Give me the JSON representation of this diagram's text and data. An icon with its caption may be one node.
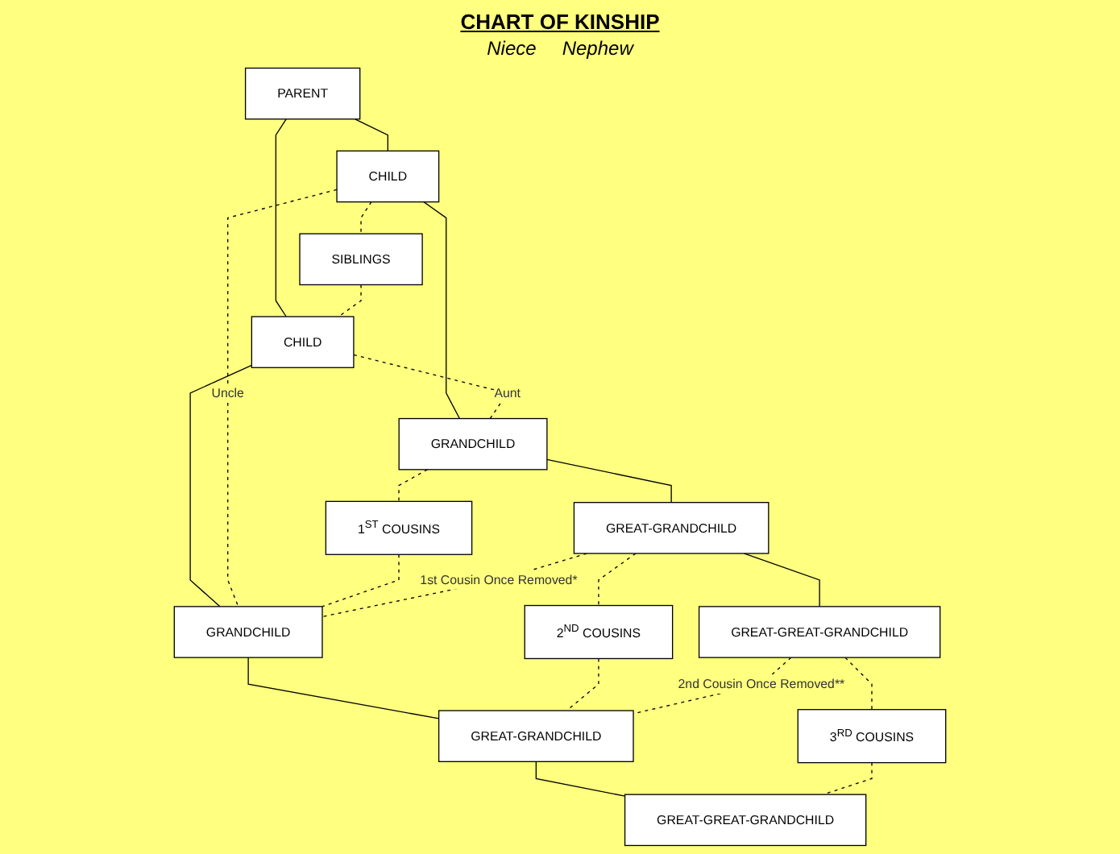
{
  "diagram": {
    "title": "CHART OF KINSHIP",
    "nodes": [
      {
        "text": [
          "PARENT"
        ]
      },
      {
        "text": [
          "CHILD"
        ]
      },
      {
        "text": [
          "SIBLINGS"
        ]
      },
      {
        "text": [
          "CHILD"
        ]
      },
      {
        "text": [
          "GRANDCHILD"
        ]
      },
      {
        "text": [
          "1$^{ST}$ COUSINS"
        ]
      },
      {
        "text": [
          "GRANDCHILD"
        ]
      },
      {
        "text": [
          "GREAT-GRANDCHILD"
        ]
      },
      {
        "text": [
          "2$^{ND}$ COUSINS"
        ]
      },
      {
        "text": [
          "GREAT-GRANDCHILD"
        ]
      },
      {
        "text": [
          "GREAT-GREAT-GRANDCHILD"
        ]
      },
      {
        "text": [
          "3$^{RD}$ COUSINS"
        ]
      },
      {
        "text": [
          "GREAT-GREAT-GRANDCHILD"
        ]
      }
    ],
    "edges": [
      {
        "from": 0,
        "to": 1,
        "arrow": "none"
      },
      {
        "from": 0,
        "to": 3,
        "arrow": "none"
      },
      {
        "from": 1,
        "to": 2,
        "arrow": "none",
        "style": "dashed"
      },
      {
        "from": 2,
        "to": 3,
        "arrow": "none",
        "style": "dashed"
      },
      {
        "from": 1,
        "to": 4,
        "arrow": "none"
      },
      {
        "from": 3,
        "to": 6,
        "arrow": "none"
      },
      {
        "from": 1,
        "to": 6,
        "arrow": "none",
        "style": "dashed",
        "label": "Uncle"
      },
      {
        "from": 3,
        "to": 4,
        "arrow": "none",
        "style": "dashed",
        "label": "Aunt"
      },
      {
        "from": 4,
        "to": 5,
        "arrow": "none",
        "style": "dashed"
      },
      {
        "from": 5,
        "to": 6,
        "arrow": "none",
        "style": "dashed"
      },
      {
        "from": 4,
        "to": 7,
        "arrow": "none"
      },
      {
        "from": 6,
        "to": 9,
        "arrow": "none"
      },
      {
        "from": 7,
        "to": 6,
        "arrow": "none",
        "style": "dashed",
        "label": "1st Cousin Once Removed*"
      },
      {
        "from": 7,
        "to": 8,
        "arrow": "none",
        "style": "dashed"
      },
      {
        "from": 8,
        "to": 9,
        "arrow": "none",
        "style": "dashed"
      },
      {
        "from": 7,
        "to": 10,
        "arrow": "none"
      },
      {
        "from": 9,
        "to": 12,
        "arrow": "none"
      },
      {
        "from": 10,
        "to": 9,
        "arrow": "none",
        "style": "dashed",
        "label": "2nd Cousin Once Removed**"
      },
      {
        "from": 10,
        "to": 11,
        "arrow": "none",
        "style": "dashed"
      },
      {
        "from": 11,
        "to": 12,
        "arrow": "none",
        "style": "dashed"
      }
    ],
    "labels": [
      "Niece",
      "Nephew"
    ]
  }
}
